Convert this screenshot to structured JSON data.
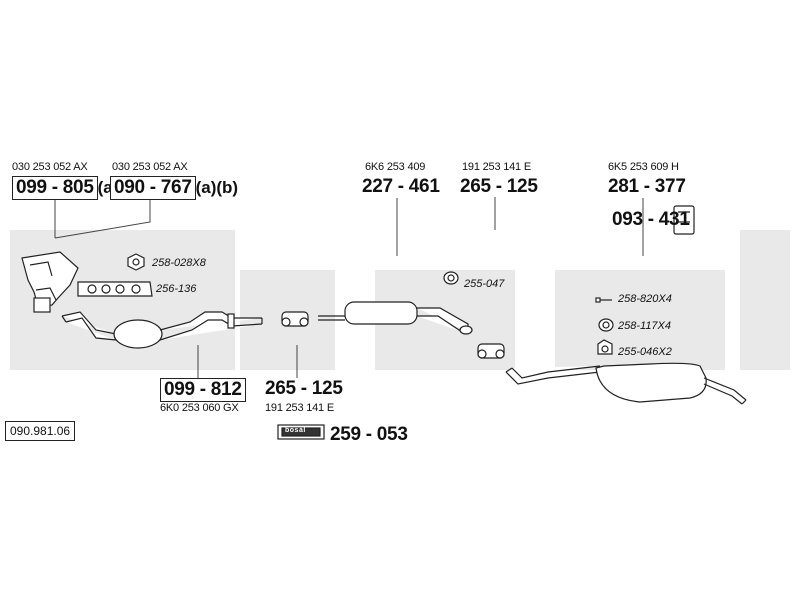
{
  "diagram_id": "090.981.06",
  "parts": {
    "manifold_a": {
      "oem": "030 253 052 AX",
      "part": "099 - 805",
      "suffix": "(a)"
    },
    "manifold_b": {
      "oem": "030 253 052 AX",
      "part": "090 - 767",
      "suffix": "(a)(b)"
    },
    "catalyst": {
      "oem": "6K0 253 060 GX",
      "part": "099 - 812"
    },
    "front_clamp": {
      "oem": "191 253 141 E",
      "part": "265 - 125"
    },
    "middle_pipe": {
      "oem": "6K6 253 409",
      "part": "227 - 461"
    },
    "rear_clamp": {
      "oem": "191 253 141 E",
      "part": "265 - 125"
    },
    "rear_silencer": {
      "oem": "6K5 253 609 H",
      "part": "281 - 377"
    },
    "mount": {
      "part": "093 - 431"
    },
    "fitting_kit": {
      "part": "259 - 053",
      "logo": "bosal"
    }
  },
  "accessories": {
    "nut": "258-028X8",
    "gasket_manifold": "256-136",
    "ring_gasket": "255-047",
    "bolt": "258-820X4",
    "rubber_ring": "258-117X4",
    "hanger": "255-046X2"
  }
}
